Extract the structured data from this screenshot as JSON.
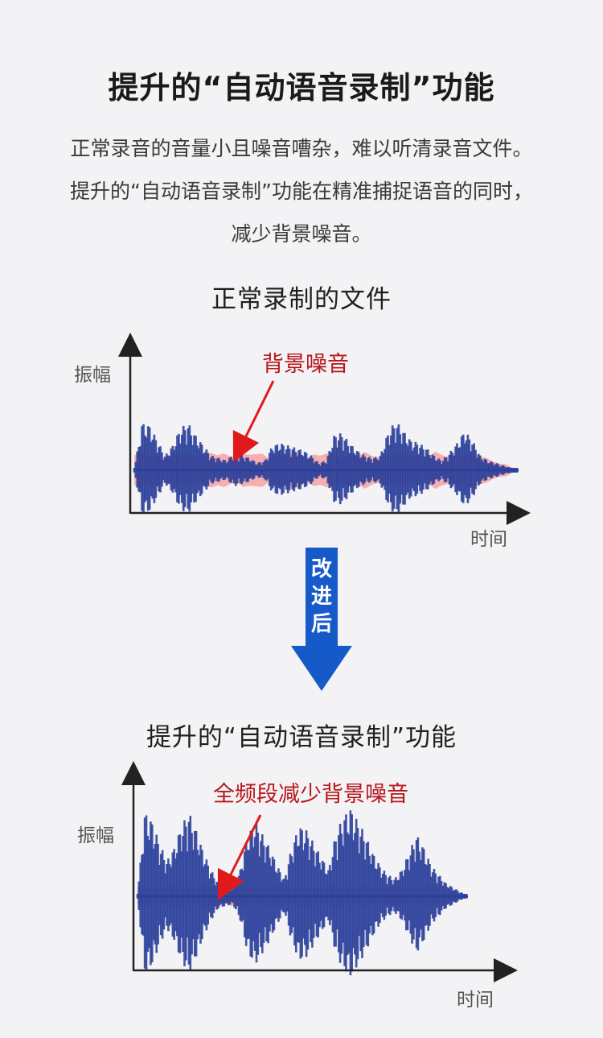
{
  "headline": "提升的“自动语音录制”功能",
  "intro_lines": [
    "正常录音的音量小且噪音嘈杂，难以听清录音文件。",
    "提升的“自动语音录制”功能在精准捕捉语音的同时，",
    "减少背景噪音。"
  ],
  "before": {
    "title": "正常录制的文件",
    "y_label": "振幅",
    "x_label": "时间",
    "annotation": "背景噪音"
  },
  "transition": {
    "chars": [
      "改",
      "进",
      "后"
    ]
  },
  "after": {
    "title": "提升的“自动语音录制”功能",
    "y_label": "振幅",
    "x_label": "时间",
    "annotation": "全频段减少背景噪音"
  },
  "colors": {
    "wave": "#2a3f9a",
    "noise": "#f6a3a3",
    "arrow_blue": "#1659c8",
    "annotation_red": "#b8161b"
  },
  "chart_data": [
    {
      "type": "area",
      "y_label": "振幅",
      "x_label": "时间",
      "noise_level": 0.3,
      "speech_envelope": [
        0.0,
        0.95,
        0.9,
        0.6,
        0.3,
        0.5,
        0.85,
        0.95,
        0.7,
        0.5,
        0.3,
        0.25,
        0.2,
        0.35,
        0.3,
        0.25,
        0.15,
        0.2,
        0.5,
        0.55,
        0.5,
        0.45,
        0.4,
        0.3,
        0.15,
        0.2,
        0.7,
        0.75,
        0.55,
        0.4,
        0.3,
        0.25,
        0.3,
        0.75,
        1.0,
        0.8,
        0.6,
        0.55,
        0.45,
        0.3,
        0.2,
        0.35,
        0.55,
        0.8,
        0.6,
        0.3,
        0.2,
        0.15,
        0.1,
        0.05,
        0.0
      ]
    },
    {
      "type": "area",
      "y_label": "振幅",
      "x_label": "时间",
      "noise_level": 0.1,
      "speech_envelope": [
        0.0,
        0.95,
        0.85,
        0.6,
        0.4,
        0.55,
        0.8,
        0.95,
        0.75,
        0.5,
        0.3,
        0.15,
        0.12,
        0.1,
        0.3,
        0.7,
        0.85,
        0.7,
        0.55,
        0.35,
        0.2,
        0.55,
        0.8,
        0.75,
        0.6,
        0.45,
        0.3,
        0.7,
        0.9,
        1.0,
        0.85,
        0.7,
        0.5,
        0.35,
        0.25,
        0.2,
        0.3,
        0.5,
        0.7,
        0.55,
        0.35,
        0.25,
        0.15,
        0.1,
        0.05,
        0.0
      ]
    }
  ]
}
